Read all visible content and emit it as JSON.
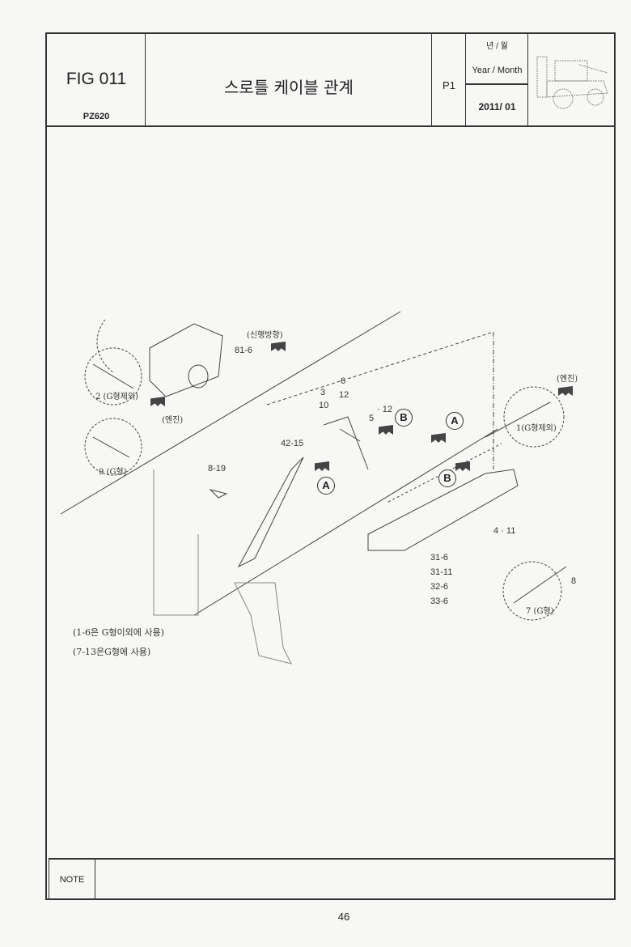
{
  "header": {
    "fig": "FIG 011",
    "model": "PZ620",
    "title": "스로틀 케이블 관계",
    "page_code": "P1",
    "year_month_kr": "년 / 월",
    "year_month_en": "Year / Month",
    "date": "2011/ 01"
  },
  "diagram": {
    "labels": {
      "l81_6": "81-6",
      "travel_dir": "(신행방향)",
      "l2": "2 (G형제외)",
      "engine1": "(엔진)",
      "l9": "9 (G형)",
      "l3": "3",
      "l10": "10",
      "l6": "6",
      "l12": "12",
      "l5": "5",
      "l5b": "· 12",
      "l42_15": "42-15",
      "l8_19": "8-19",
      "engine2": "(엔진)",
      "l1": "1(G형제외)",
      "l4_11": "4 · 11",
      "l31_6": "31-6",
      "l31_11": "31-11",
      "l32_6": "32-6",
      "l33_6": "33-6",
      "l8": "8",
      "l7": "7 (G형)"
    },
    "markers": {
      "a": "A",
      "b": "B"
    },
    "notes": [
      "(1-6은 G형이외에 사용)",
      "(7-13은G형에 사용)"
    ]
  },
  "footer": {
    "note_label": "NOTE",
    "page_number": "46"
  }
}
